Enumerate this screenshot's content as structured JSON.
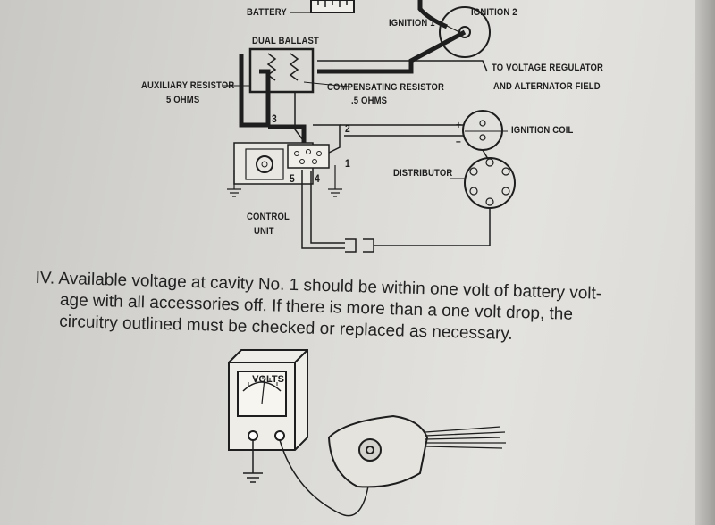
{
  "diagram": {
    "labels": {
      "battery": "BATTERY",
      "ignition1": "IGNITION 1",
      "ignition2": "IGNITION 2",
      "dual_ballast": "DUAL BALLAST",
      "to_voltage_regulator": "TO VOLTAGE REGULATOR",
      "and_alternator_field": "AND ALTERNATOR FIELD",
      "auxiliary_resistor": "AUXILIARY RESISTOR",
      "auxiliary_ohms": "5 OHMS",
      "compensating_resistor": "COMPENSATING RESISTOR",
      "compensating_ohms": ".5 OHMS",
      "ignition_coil": "IGNITION COIL",
      "distributor": "DISTRIBUTOR",
      "control": "CONTROL",
      "unit": "UNIT",
      "plus": "+",
      "minus": "–"
    },
    "cavities": [
      "1",
      "2",
      "3",
      "4",
      "5"
    ]
  },
  "paragraph": {
    "numeral": "IV.",
    "line1": "Available voltage at cavity No. 1 should be within one volt of battery volt-",
    "line2": "age with all accessories off. If there is more than a one volt drop, the",
    "line3": "circuitry outlined must be checked or replaced as necessary."
  },
  "meter": {
    "label": "VOLTS"
  }
}
